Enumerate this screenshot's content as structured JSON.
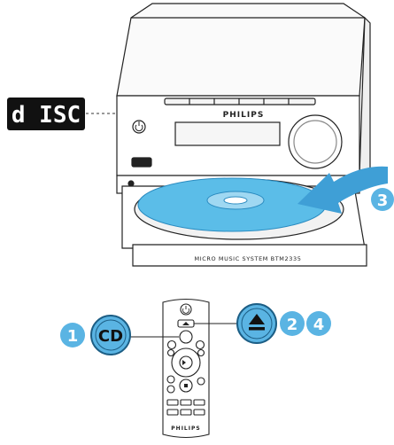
{
  "display": {
    "text": "d ISC"
  },
  "unit": {
    "brand": "PHILIPS",
    "model_label": "MICRO MUSIC SYSTEM BTM2335"
  },
  "remote": {
    "brand": "PHILIPS",
    "cd_button_label": "CD"
  },
  "steps": [
    {
      "number": "1"
    },
    {
      "number": "2"
    },
    {
      "number": "3"
    },
    {
      "number": "4"
    }
  ],
  "colors": {
    "step_badge": "#5ab4e3",
    "disc": "#5bbde8",
    "disc_hub": "#9fd8f2",
    "arrow": "#3f9fd6",
    "button_highlight": "#5ab4e3",
    "lcd_bg": "#111111",
    "lcd_text": "#ffffff"
  }
}
